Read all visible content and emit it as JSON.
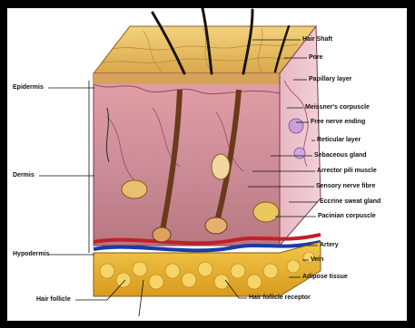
{
  "diagram": {
    "labels_left": {
      "epidermis": "Epidermis",
      "dermis": "Dermis",
      "hypodermis": "Hypodermis",
      "hair_follicle": "Hair follicle"
    },
    "labels_right": {
      "hair_shaft": "Hair Shaft",
      "pore": "Pore",
      "papillary_layer": "Papillary layer",
      "meissners_corpuscle": "Meissner's corpuscle",
      "free_nerve_ending": "Free nerve ending",
      "reticular_layer": "Reticular layer",
      "sebaceous_gland": "Sebaceous gland",
      "arrector_pili_muscle": "Arrector pili muscle",
      "sensory_nerve_fibre": "Sensory nerve fibre",
      "eccrine_sweat_gland": "Eccrine sweat gland",
      "pacinian_corpuscle": "Pacinian corpuscle",
      "artery": "Artery",
      "vein": "Vein",
      "adipose_tissue": "Adipose tissue"
    },
    "labels_bottom": {
      "hair_follicle_receptor": "Hair follicle receptor"
    }
  }
}
